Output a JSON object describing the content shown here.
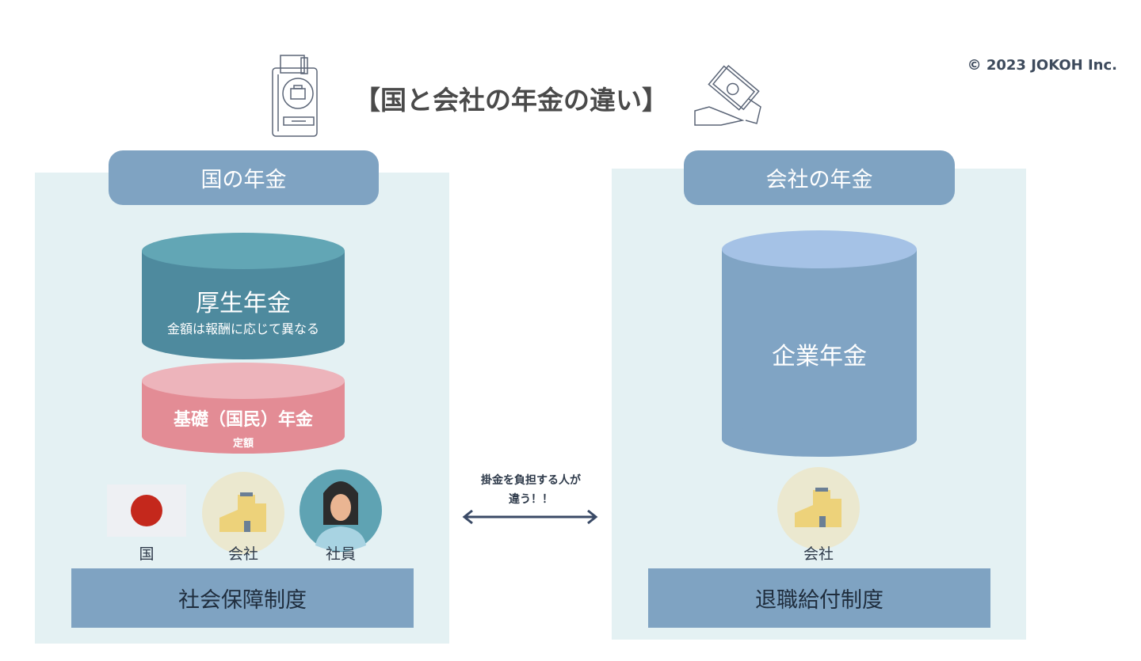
{
  "title": "【国と会社の年金の違い】",
  "copyright": "© 2023 JOKOH Inc.",
  "left": {
    "header": "国の年金",
    "upper_cylinder": {
      "title": "厚生年金",
      "subtitle": "金額は報酬に応じて異なる"
    },
    "lower_cylinder": {
      "title": "基礎（国民）年金",
      "subtitle": "定額"
    },
    "payers": [
      {
        "label": "国",
        "icon": "japan-flag-icon"
      },
      {
        "label": "会社",
        "icon": "building-icon"
      },
      {
        "label": "社員",
        "icon": "employee-icon"
      }
    ],
    "footer": "社会保障制度"
  },
  "middle": {
    "line1": "掛金を負担する人が",
    "line2": "違う！！"
  },
  "right": {
    "header": "会社の年金",
    "cylinder": {
      "title": "企業年金"
    },
    "payers": [
      {
        "label": "会社",
        "icon": "building-icon"
      }
    ],
    "footer": "退職給付制度"
  },
  "colors": {
    "panel": "#e4f1f3",
    "accent": "#7fa3c2",
    "teal": "#4e8a9e",
    "pink": "#e38c95",
    "blue": "#80a4c4"
  }
}
